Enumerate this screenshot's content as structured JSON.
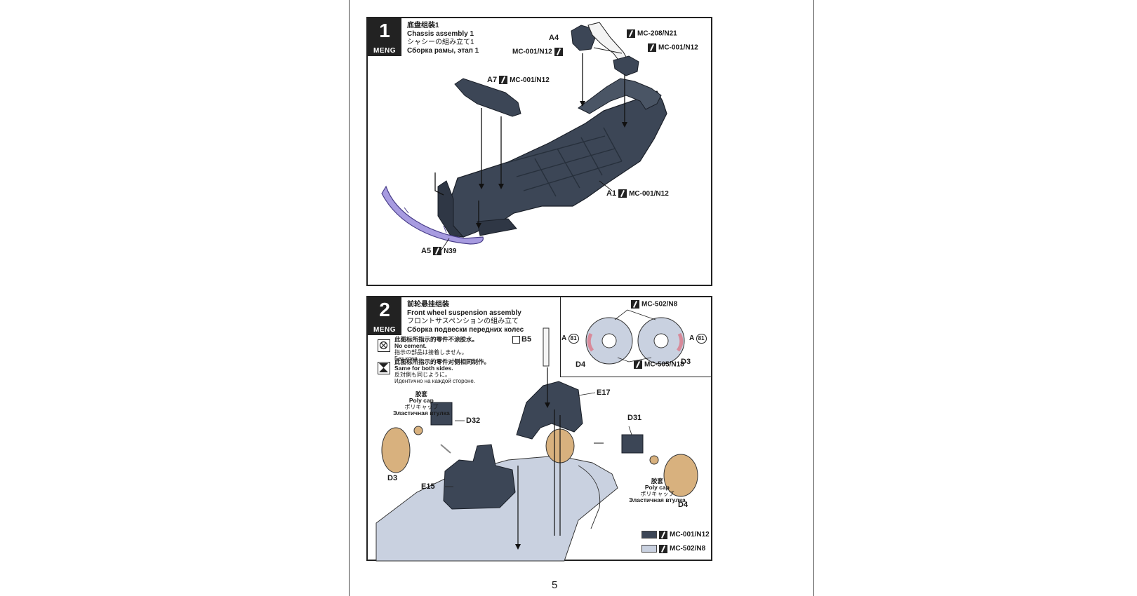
{
  "page": {
    "number": "5"
  },
  "colors": {
    "dark_grey": "#3c4656",
    "light_grey": "#c9d1e0",
    "purple": "#a79be0",
    "tan": "#d8b17e",
    "ink": "#222222"
  },
  "step1": {
    "number": "1",
    "brand": "MENG",
    "title_cn": "底盘组装1",
    "title_en": "Chassis assembly 1",
    "title_jp": "シャシーの組み立て1",
    "title_ru": "Сборка рамы, этап 1",
    "callouts": {
      "a4": "A4",
      "a4_paint": "MC-001/N12",
      "bracket_paint": "MC-208/N21",
      "rear_paint": "MC-001/N12",
      "a7": "A7",
      "a7_paint": "MC-001/N12",
      "a1": "A1",
      "a1_paint": "MC-001/N12",
      "a5": "A5",
      "a5_paint": "N39"
    }
  },
  "step2": {
    "number": "2",
    "brand": "MENG",
    "title_cn": "前轮悬挂组装",
    "title_en": "Front wheel suspension assembly",
    "title_jp": "フロントサスペンションの組み立て",
    "title_ru": "Сборка подвески передних колес",
    "note_cement": {
      "cn": "此图标所指示的零件不涂胶水。",
      "en": "No cement.",
      "jp": "指示の部品は接着しません。",
      "ru": "Без клея."
    },
    "note_both": {
      "cn": "此图标所指示的零件对侧相同制作。",
      "en": "Same for both sides.",
      "jp": "反対側も同じように。",
      "ru": "Идентично на каждой стороне."
    },
    "polycap_left": {
      "cn": "胶套",
      "en": "Poly cap",
      "jp": "ポリキャップ",
      "ru": "Эластичная втулка"
    },
    "polycap_right": {
      "cn": "胶套",
      "en": "Poly cap",
      "jp": "ポリキャップ",
      "ru": "Эластичная втулка"
    },
    "inset": {
      "top_paint": "MC-502/N8",
      "bottom_paint": "MC-505/N18",
      "left_part": "A",
      "left_decal": "81",
      "right_part": "A",
      "right_decal": "81",
      "d4": "D4",
      "d3": "D3"
    },
    "callouts": {
      "b5": "B5",
      "e17": "E17",
      "d32": "D32",
      "d31": "D31",
      "d3": "D3",
      "d4": "D4",
      "e15": "E15"
    },
    "legend": [
      {
        "color": "#3c4656",
        "label": "MC-001/N12"
      },
      {
        "color": "#c9d1e0",
        "label": "MC-502/N8"
      }
    ]
  }
}
